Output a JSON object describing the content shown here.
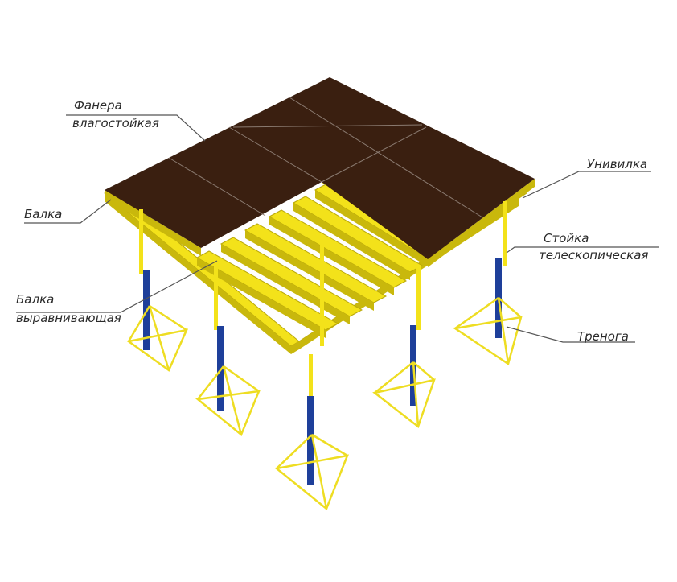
{
  "labels": {
    "plywood_line1": "Фанера",
    "plywood_line2": "влагостойкая",
    "beam": "Балка",
    "leveling_beam_line1": "Балка",
    "leveling_beam_line2": "выравнивающая",
    "fork_head": "Унивилка",
    "prop_line1": "Стойка",
    "prop_line2": "телескопическая",
    "tripod": "Тренога"
  },
  "colors": {
    "plywood": "#3a1f10",
    "plywood_seam": "#8a7a70",
    "beam": "#f3e21a",
    "beam_shade": "#c9b80c",
    "prop_outer": "#1e3f9a",
    "prop_inner": "#f3e21a",
    "tripod": "#eedd22",
    "leader_line": "#555555"
  }
}
